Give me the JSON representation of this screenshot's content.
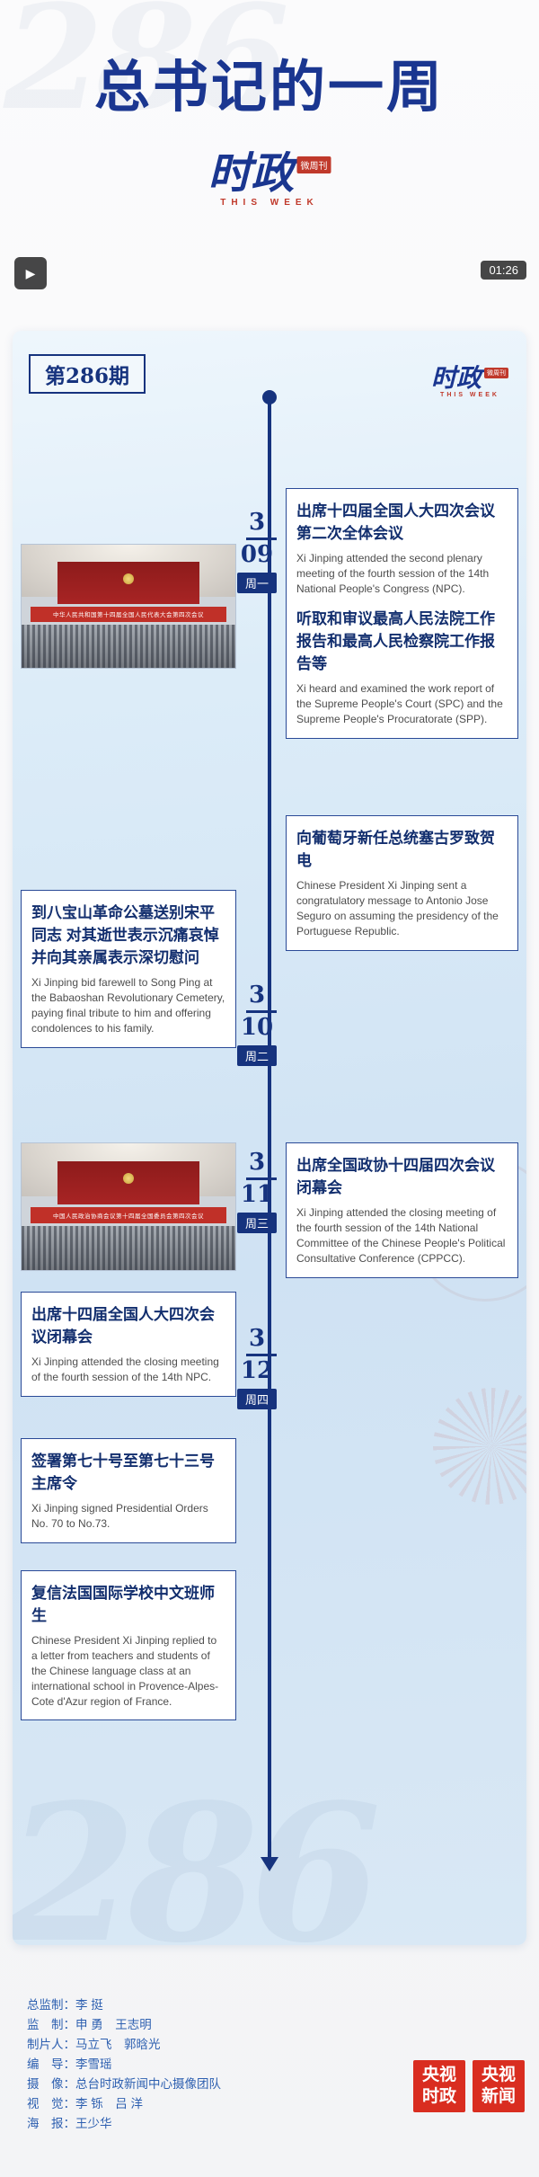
{
  "header": {
    "watermark": "286",
    "title": "总书记的一周",
    "logo": {
      "name": "时政",
      "sub": "微周刊",
      "tagline": "THIS WEEK"
    },
    "player": {
      "time": "01:26",
      "play": "▶"
    }
  },
  "card": {
    "issue": "第286期",
    "watermark": "286",
    "logo": {
      "name": "时政",
      "sub": "微周刊",
      "tagline": "THIS WEEK"
    }
  },
  "markers": [
    {
      "month": "3",
      "day": "09",
      "weekday": "周一"
    },
    {
      "month": "3",
      "day": "10",
      "weekday": "周二"
    },
    {
      "month": "3",
      "day": "11",
      "weekday": "周三"
    },
    {
      "month": "3",
      "day": "12",
      "weekday": "周四"
    }
  ],
  "events": [
    {
      "title": "出席十四届全国人大四次会议第二次全体会议",
      "en": "Xi Jinping attended the second plenary meeting of the fourth session of the 14th National People's Congress (NPC).",
      "title2": "听取和审议最高人民法院工作报告和最高人民检察院工作报告等",
      "en2": "Xi heard and examined the work report of the Supreme People's Court (SPC) and the Supreme People's Procuratorate (SPP)."
    },
    {
      "title": "向葡萄牙新任总统塞古罗致贺电",
      "en": "Chinese President Xi Jinping sent a congratulatory message to Antonio Jose Seguro on assuming the presidency of the Portuguese Republic."
    },
    {
      "title": "到八宝山革命公墓送别宋平同志 对其逝世表示沉痛哀悼并向其亲属表示深切慰问",
      "en": "Xi Jinping bid farewell to Song Ping at the Babaoshan Revolutionary Cemetery, paying final tribute to him and offering condolences to his family."
    },
    {
      "title": "出席全国政协十四届四次会议闭幕会",
      "en": "Xi Jinping attended the closing meeting of the fourth session of the 14th National Committee of the Chinese People's Political Consultative Conference (CPPCC)."
    },
    {
      "title": "出席十四届全国人大四次会议闭幕会",
      "en": "Xi Jinping attended the closing meeting of the fourth session of the 14th NPC."
    },
    {
      "title": "签署第七十号至第七十三号主席令",
      "en": "Xi Jinping signed Presidential Orders No. 70 to No.73."
    },
    {
      "title": "复信法国国际学校中文班师生",
      "en": "Chinese President Xi Jinping replied to a letter from teachers and students of the Chinese language class at an international school in Provence-Alpes-Cote d'Azur region of France."
    }
  ],
  "photos": [
    {
      "banner": "中华人民共和国第十四届全国人民代表大会第四次会议"
    },
    {
      "banner": "中国人民政治协商会议第十四届全国委员会第四次会议"
    }
  ],
  "credits": [
    "总监制：李 挺",
    "监　制：申 勇　王志明",
    "制片人：马立飞　郭晗光",
    "编　导：李雪瑶",
    "摄　像：总台时政新闻中心摄像团队",
    "视　觉：李 铄　吕 洋",
    "海　报：王少华"
  ],
  "footer_logos": [
    {
      "top": "央视",
      "bottom": "时政"
    },
    {
      "top": "央视",
      "bottom": "新闻"
    }
  ]
}
